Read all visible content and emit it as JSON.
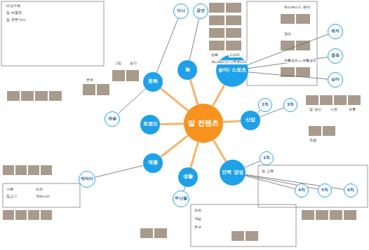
{
  "diagram": {
    "nodes": [
      {
        "text": [
          "말 컨텐츠"
        ]
      },
      {
        "text": [
          "문화"
        ]
      },
      {
        "text": [
          "놀"
        ]
      },
      {
        "text": [
          "승마/ 스포츠"
        ]
      },
      {
        "text": [
          "산업"
        ]
      },
      {
        "text": [
          "인력 양성"
        ]
      },
      {
        "text": [
          "생활"
        ]
      },
      {
        "text": [
          "제품"
        ]
      },
      {
        "text": [
          "트렌드"
        ]
      },
      {
        "text": [
          "역사"
        ]
      },
      {
        "text": [
          "공연"
        ]
      },
      {
        "text": [
          "예술"
        ]
      },
      {
        "text": [
          "캐릭터"
        ]
      },
      {
        "text": [
          "부산물"
        ]
      },
      {
        "text": [
          "레저"
        ]
      },
      {
        "text": [
          "종축"
        ]
      },
      {
        "text": [
          "승마"
        ]
      },
      {
        "text": [
          "1차"
        ]
      },
      {
        "text": [
          "2차"
        ]
      },
      {
        "text": [
          "3차"
        ]
      },
      {
        "text": [
          "4차"
        ]
      },
      {
        "text": [
          "5차"
        ]
      },
      {
        "text": [
          "6차"
        ]
      }
    ],
    "edges": [
      {
        "from": 0,
        "to": 1,
        "arrow": "none"
      },
      {
        "from": 0,
        "to": 2,
        "arrow": "none"
      },
      {
        "from": 0,
        "to": 3,
        "arrow": "none"
      },
      {
        "from": 0,
        "to": 4,
        "arrow": "none"
      },
      {
        "from": 0,
        "to": 5,
        "arrow": "none"
      },
      {
        "from": 0,
        "to": 6,
        "arrow": "none"
      },
      {
        "from": 0,
        "to": 7,
        "arrow": "none"
      },
      {
        "from": 0,
        "to": 8,
        "arrow": "none"
      },
      {
        "from": 1,
        "to": 9,
        "arrow": "none"
      },
      {
        "from": 2,
        "to": 10,
        "arrow": "none"
      },
      {
        "from": 1,
        "to": 11,
        "arrow": "none"
      },
      {
        "from": 7,
        "to": 12,
        "arrow": "none"
      },
      {
        "from": 6,
        "to": 13,
        "arrow": "none"
      },
      {
        "from": 3,
        "to": 14,
        "arrow": "none"
      },
      {
        "from": 3,
        "to": 15,
        "arrow": "none"
      },
      {
        "from": 3,
        "to": 16,
        "arrow": "none"
      },
      {
        "from": 5,
        "to": 17,
        "arrow": "none"
      },
      {
        "from": 4,
        "to": 18,
        "arrow": "none"
      },
      {
        "from": 4,
        "to": 19,
        "arrow": "none"
      },
      {
        "from": 5,
        "to": 20,
        "arrow": "none"
      },
      {
        "from": 5,
        "to": 21,
        "arrow": "none"
      },
      {
        "from": 5,
        "to": 22,
        "arrow": "none"
      }
    ],
    "labels": [
      "영화",
      "드라마",
      "애니메이션",
      "다큐멘터리",
      "그림",
      "조각",
      "문학",
      "마상무예",
      "말 박물관",
      "말 관련 역사",
      "하이브리드 벤처",
      "경마",
      "재활승마",
      "생활승마",
      "말 생산",
      "사료",
      "유통",
      "관광",
      "말 교육",
      "가죽",
      "말고기",
      "마유",
      "액세서리",
      "의류",
      "게임",
      "문구"
    ]
  }
}
